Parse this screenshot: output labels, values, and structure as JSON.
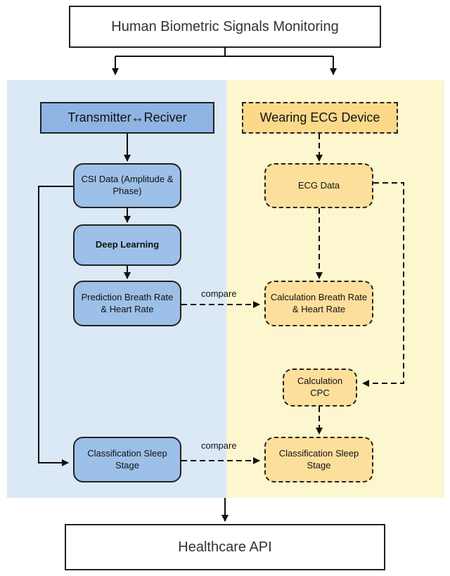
{
  "title": "Human Biometric Signals Monitoring",
  "footer": "Healthcare API",
  "left": {
    "header": "Transmitter↔Reciver",
    "csi": "CSI Data (Amplitude & Phase)",
    "deep_learning": "Deep Learning",
    "prediction": "Prediction Breath Rate & Heart Rate",
    "classification": "Classification Sleep Stage"
  },
  "right": {
    "header": "Wearing ECG Device",
    "ecg": "ECG Data",
    "calculation": "Calculation Breath Rate & Heart Rate",
    "cpc": "Calculation CPC",
    "classification": "Classification Sleep Stage"
  },
  "edge_labels": {
    "compare_1": "compare",
    "compare_2": "compare"
  },
  "colors": {
    "left_panel": "#dbe8f6",
    "right_panel": "#fdf7cf",
    "blue_node": "#9dc0e8",
    "yellow_node": "#fddf9c"
  }
}
